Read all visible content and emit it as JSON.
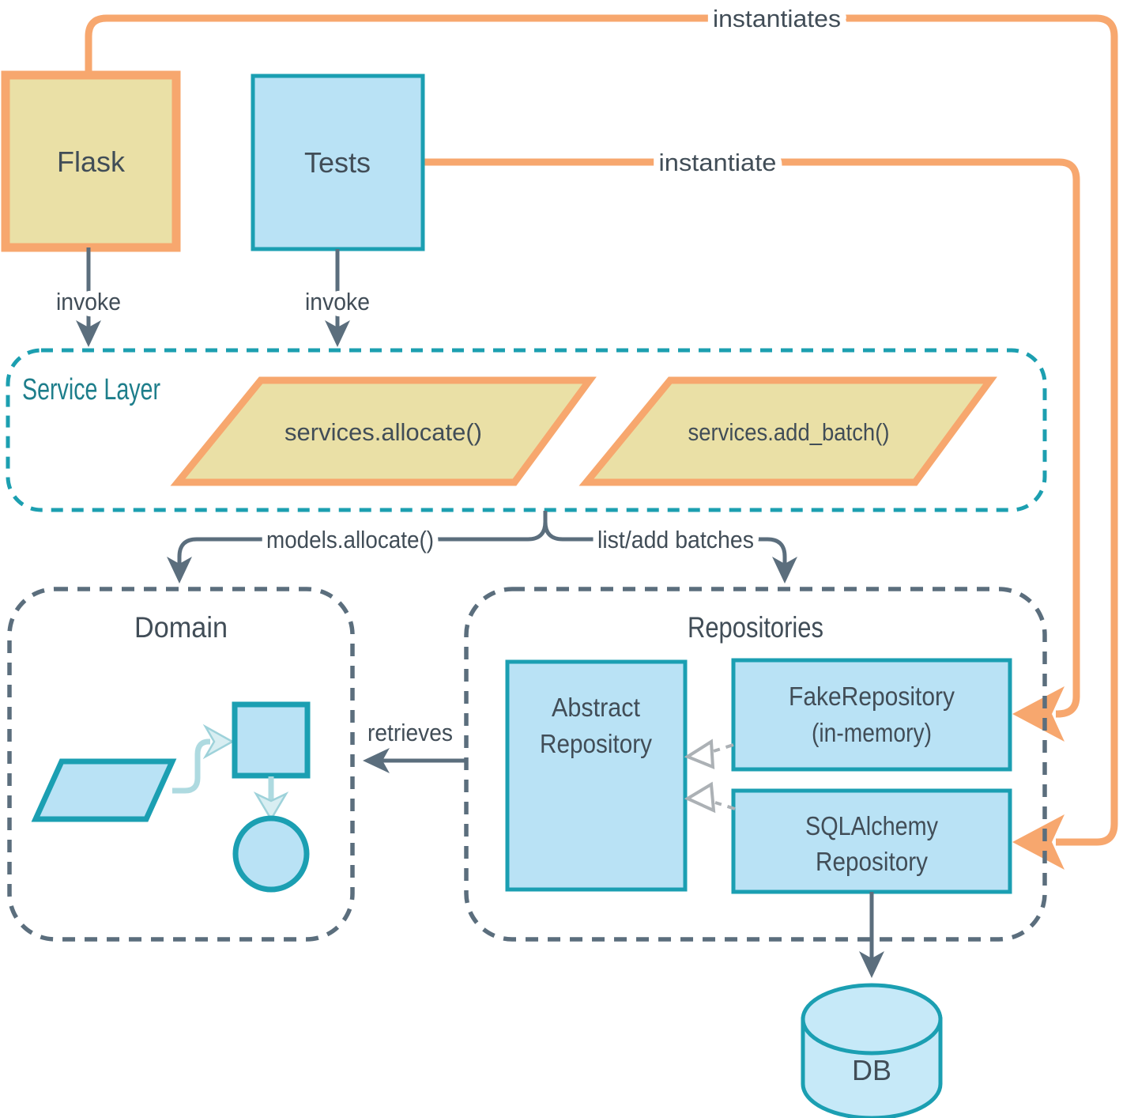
{
  "palette": {
    "orange": "#F7A76E",
    "tan_fill": "#EAE0A6",
    "blue_fill": "#B9E2F5",
    "cylinder_fill": "#C6E9F8",
    "teal_border": "#1B9FB2",
    "teal_dash": "#1C9FB0",
    "teal_text": "#1E7E8B",
    "slate": "#5B6E7D",
    "dark_text": "#414D57",
    "gray_inheritance": "#ACB1B5",
    "pale_arrow": "#AEDAE0"
  },
  "nodes": {
    "flask": {
      "label": "Flask"
    },
    "tests": {
      "label": "Tests"
    },
    "service_layer": {
      "title": "Service Layer",
      "allocate_label": "services.allocate()",
      "add_batch_label": "services.add_batch()"
    },
    "domain": {
      "title": "Domain"
    },
    "repositories": {
      "title": "Repositories",
      "abstract": {
        "line1": "Abstract",
        "line2": "Repository"
      },
      "fake": {
        "line1": "FakeRepository",
        "line2": "(in-memory)"
      },
      "sqlalchemy": {
        "line1": "SQLAlchemy",
        "line2": "Repository"
      }
    },
    "db": {
      "label": "DB"
    }
  },
  "edges": {
    "flask_instantiates": {
      "label": "instantiates"
    },
    "tests_instantiate": {
      "label": "instantiate"
    },
    "flask_invoke": {
      "label": "invoke"
    },
    "tests_invoke": {
      "label": "invoke"
    },
    "models_allocate": {
      "label": "models.allocate()"
    },
    "list_add_batches": {
      "label": "list/add batches"
    },
    "retrieves": {
      "label": "retrieves"
    }
  }
}
